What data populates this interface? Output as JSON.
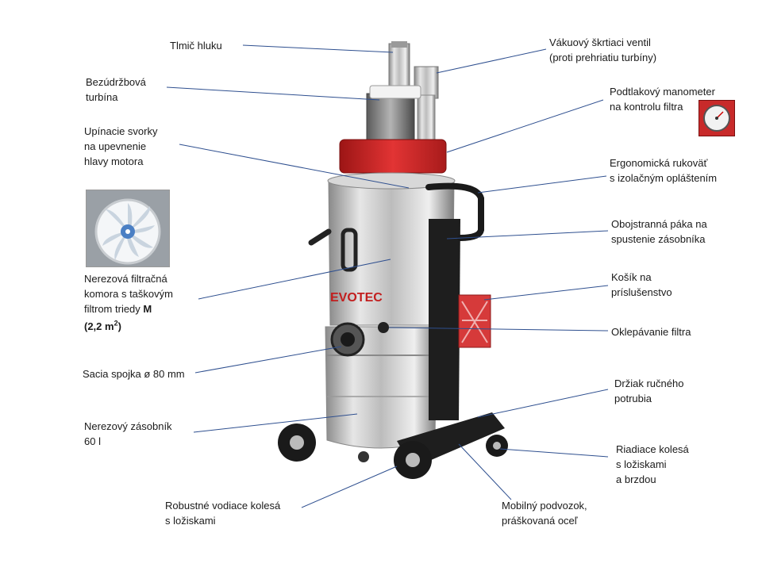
{
  "labels": {
    "silencer": "Tlmič hluku",
    "turbine": "Bezúdržbová\nturbína",
    "clamps": "Upínacie svorky\nna upevnenie\nhlavy motora",
    "filter_chamber_prefix": "Nerezová filtračná\nkomora  s taškovým\nfiltrom triedy ",
    "filter_class": "M",
    "filter_area": "(2,2 m",
    "filter_area_exp": "2",
    "filter_area_close": ")",
    "suction": "Sacia spojka ø 80 mm",
    "container": "Nerezový zásobník\n60 l",
    "front_wheels": "Robustné vodiace kolesá\ns ložiskami",
    "valve": "Vákuový škrtiaci ventil\n(proti prehriatiu turbíny)",
    "manometer": "Podtlakový manometer\nna kontrolu  filtra",
    "handle": "Ergonomická rukoväť\ns izolačným opláštením",
    "lever": "Obojstranná páka na\nspustenie zásobníka",
    "basket": "Košík na\npríslušenstvo",
    "filter_shake": "Oklepávanie filtra",
    "hose_holder": "Držiak ručného\npotrubia",
    "rear_wheels": "Riadiace kolesá\ns ložiskami\na brzdou",
    "chassis": "Mobilný podvozok,\npráškovaná oceľ"
  },
  "brand": "EVOTEC",
  "colors": {
    "leader_line": "#2e4f8f",
    "red_ring": "#d42a2a",
    "steel": "#c9c9c9",
    "frame": "#1e1e1e",
    "basket": "#d63a3a"
  },
  "icons": [
    "manometer-icon",
    "turbine-impeller-icon"
  ]
}
